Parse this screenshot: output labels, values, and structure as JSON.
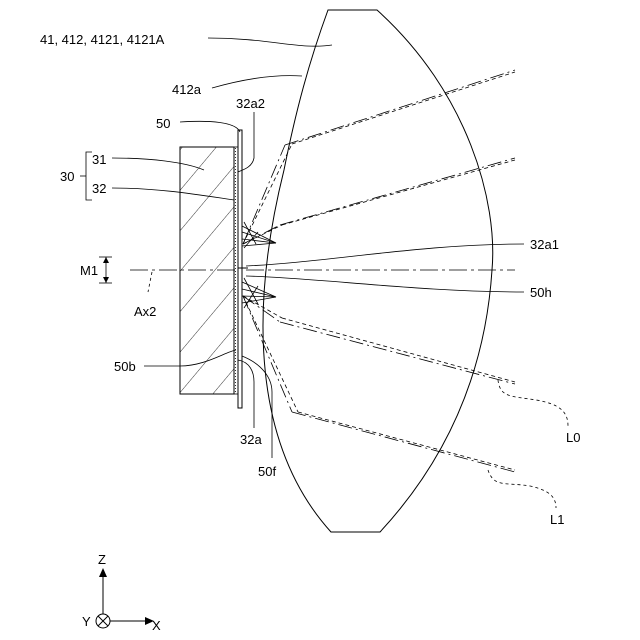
{
  "labels": {
    "lens_ref": "41, 412, 4121, 4121A",
    "surface_412a": "412a",
    "edge_32a2": "32a2",
    "film_50": "50",
    "substrate_31": "31",
    "layer_32": "32",
    "group_30": "30",
    "gap_M1": "M1",
    "axis_Ax2": "Ax2",
    "point_32a1": "32a1",
    "hole_50h": "50h",
    "face_50b": "50b",
    "edge_32a": "32a",
    "face_50f": "50f",
    "ray_L0": "L0",
    "ray_L1": "L1"
  },
  "coord": {
    "z": "Z",
    "y": "Y",
    "x": "X"
  }
}
